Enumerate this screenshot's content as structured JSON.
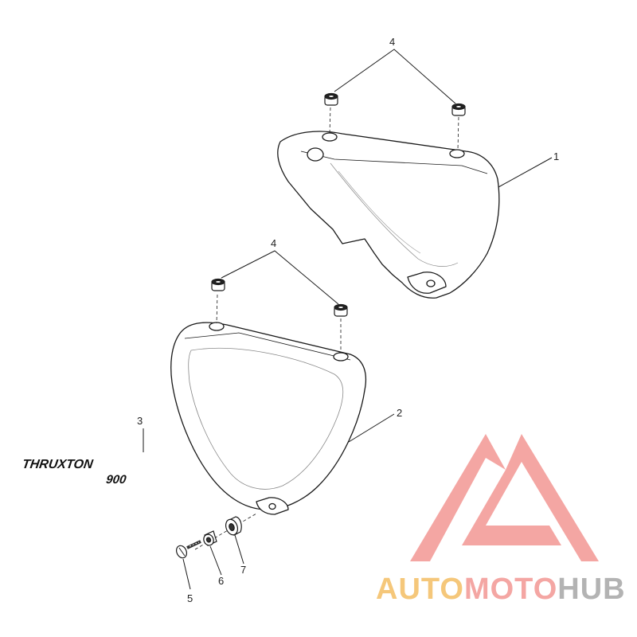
{
  "callouts": {
    "part_1": "1",
    "part_2": "2",
    "part_3": "3",
    "part_4_upper": "4",
    "part_4_lower": "4",
    "part_5": "5",
    "part_6": "6",
    "part_7": "7"
  },
  "emblem": {
    "line1": "THRUXTON",
    "line2": "900"
  },
  "watermark": {
    "part_auto": "AUTO",
    "part_moto": "MOTO",
    "part_hub": "HUB",
    "colors": {
      "auto": "#f5c77a",
      "moto": "#f4a6a3",
      "hub": "#b3b3b3",
      "logo": "#f4a6a3"
    }
  }
}
